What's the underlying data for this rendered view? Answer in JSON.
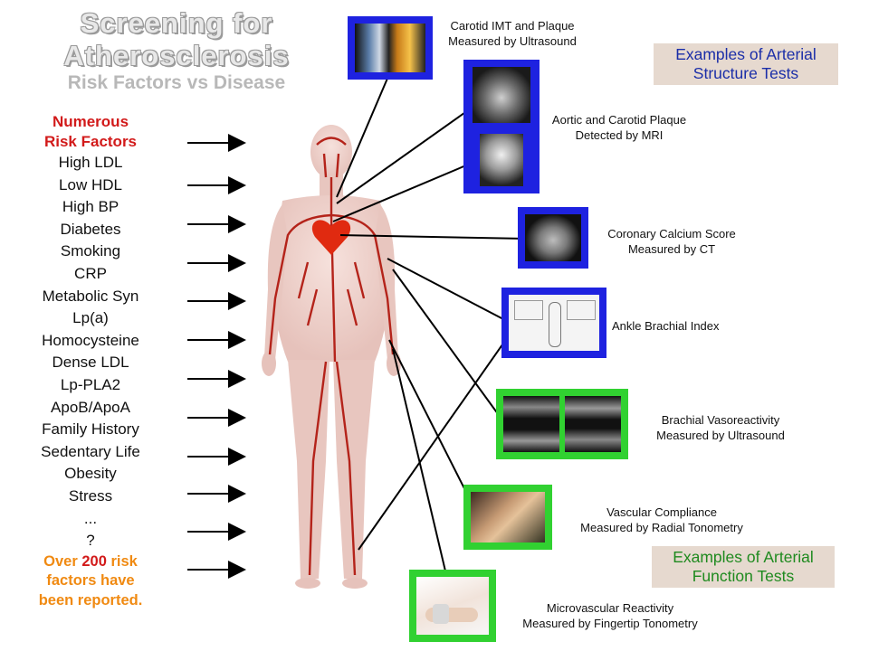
{
  "title": {
    "line1": "Screening for",
    "line2": "Atherosclerosis",
    "subtitle": "Risk Factors vs Disease"
  },
  "risk_factors": {
    "heading_line1": "Numerous",
    "heading_line2": "Risk Factors",
    "items": [
      "High LDL",
      "Low HDL",
      "High BP",
      "Diabetes",
      "Smoking",
      "CRP",
      "Metabolic Syn",
      "Lp(a)",
      "Homocysteine",
      "Dense LDL",
      "Lp-PLA2",
      "ApoB/ApoA",
      "Family History",
      "Sedentary Life",
      "Obesity",
      "Stress",
      "...",
      "?"
    ],
    "footer_pre": "Over ",
    "footer_num": "200",
    "footer_post": " risk",
    "footer_line2": "factors have",
    "footer_line3": "been reported."
  },
  "structure_tests": {
    "legend_line1": "Examples of Arterial",
    "legend_line2": "Structure Tests",
    "tests": [
      {
        "line1": "Carotid IMT and Plaque",
        "line2": "Measured by Ultrasound"
      },
      {
        "line1": "Aortic and Carotid Plaque",
        "line2": "Detected by MRI"
      },
      {
        "line1": "Coronary Calcium Score",
        "line2": "Measured by CT"
      },
      {
        "line1": "Ankle Brachial Index",
        "line2": ""
      }
    ]
  },
  "function_tests": {
    "legend_line1": "Examples of Arterial",
    "legend_line2": "Function Tests",
    "tests": [
      {
        "line1": "Brachial Vasoreactivity",
        "line2": "Measured by Ultrasound"
      },
      {
        "line1": "Vascular Compliance",
        "line2": "Measured by Radial Tonometry"
      },
      {
        "line1": "Microvascular Reactivity",
        "line2": "Measured by Fingertip Tonometry"
      }
    ]
  },
  "colors": {
    "structure_frame": "#1e22e0",
    "function_frame": "#31d131",
    "risk_heading": "#d21a1a",
    "risk_footer": "#f08a12"
  }
}
